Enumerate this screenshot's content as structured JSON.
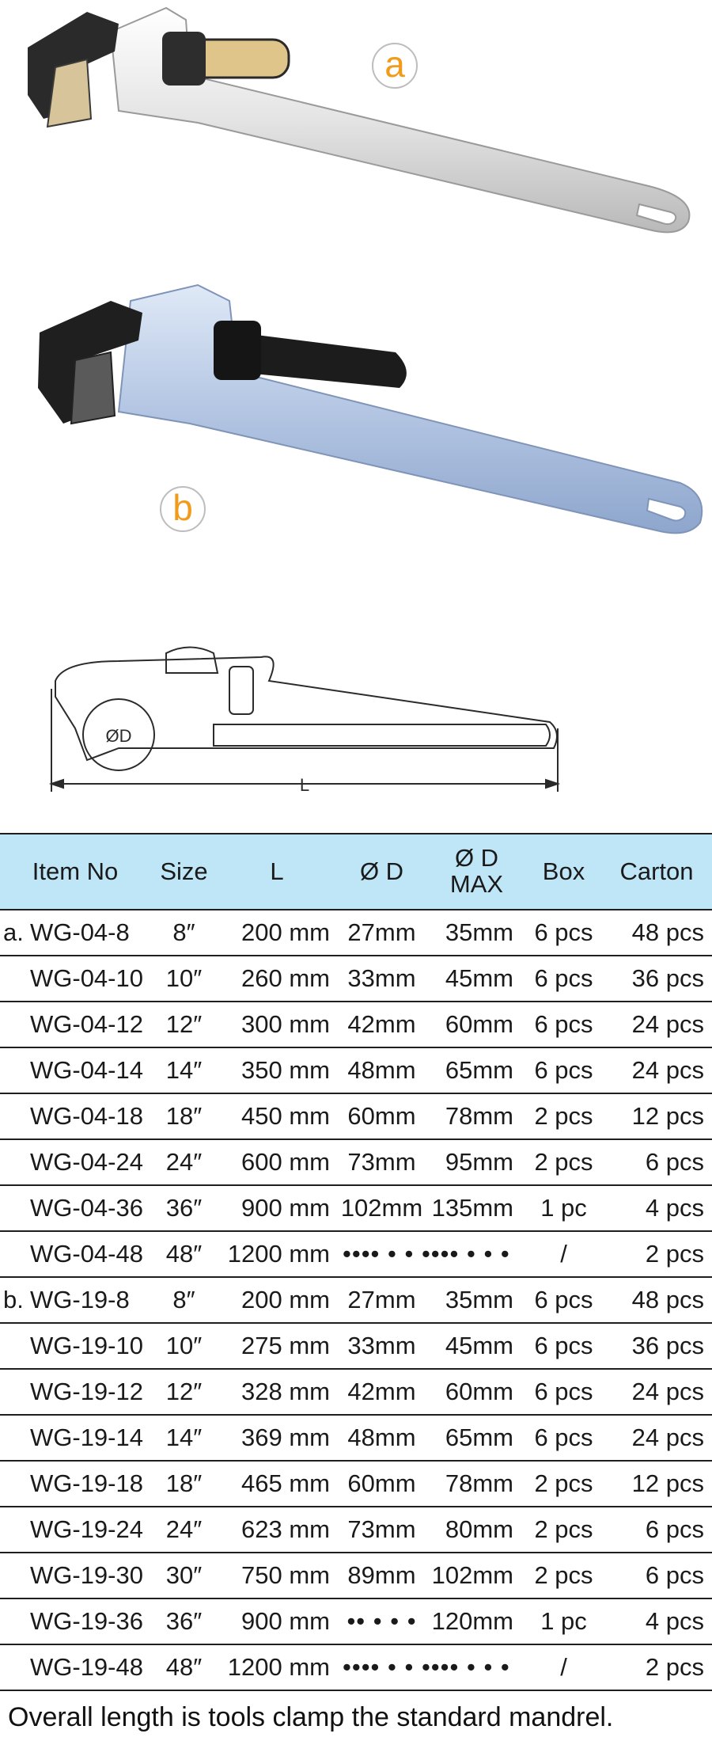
{
  "badges": {
    "a": "a",
    "b": "b"
  },
  "diagram": {
    "diameter_label": "ØD",
    "length_label": "L"
  },
  "table": {
    "headers": {
      "item": "Item No",
      "size": "Size",
      "l": "L",
      "d": "Ø D",
      "dmax_line1": "Ø D",
      "dmax_line2": "MAX",
      "box": "Box",
      "carton": "Carton"
    },
    "rows": [
      {
        "prefix": "a.",
        "item": "WG-04-8",
        "size": "8″",
        "l": "200 mm",
        "d": "27mm",
        "dmax": "35mm",
        "box": "6 pcs",
        "carton": "48 pcs"
      },
      {
        "prefix": "",
        "item": "WG-04-10",
        "size": "10″",
        "l": "260 mm",
        "d": "33mm",
        "dmax": "45mm",
        "box": "6 pcs",
        "carton": "36 pcs"
      },
      {
        "prefix": "",
        "item": "WG-04-12",
        "size": "12″",
        "l": "300 mm",
        "d": "42mm",
        "dmax": "60mm",
        "box": "6 pcs",
        "carton": "24 pcs"
      },
      {
        "prefix": "",
        "item": "WG-04-14",
        "size": "14″",
        "l": "350 mm",
        "d": "48mm",
        "dmax": "65mm",
        "box": "6 pcs",
        "carton": "24 pcs"
      },
      {
        "prefix": "",
        "item": "WG-04-18",
        "size": "18″",
        "l": "450 mm",
        "d": "60mm",
        "dmax": "78mm",
        "box": "2 pcs",
        "carton": "12 pcs"
      },
      {
        "prefix": "",
        "item": "WG-04-24",
        "size": "24″",
        "l": "600 mm",
        "d": "73mm",
        "dmax": "95mm",
        "box": "2 pcs",
        "carton": "6 pcs"
      },
      {
        "prefix": "",
        "item": "WG-04-36",
        "size": "36″",
        "l": "900 mm",
        "d": "102mm",
        "dmax": "135mm",
        "box": "1 pc",
        "carton": "4 pcs"
      },
      {
        "prefix": "",
        "item": "WG-04-48",
        "size": "48″",
        "l": "1200 mm",
        "d": "•••• • • •••• • • •",
        "dmax": "",
        "box": "/",
        "carton": "2 pcs"
      },
      {
        "prefix": "b.",
        "item": "WG-19-8",
        "size": "8″",
        "l": "200 mm",
        "d": "27mm",
        "dmax": "35mm",
        "box": "6 pcs",
        "carton": "48 pcs"
      },
      {
        "prefix": "",
        "item": "WG-19-10",
        "size": "10″",
        "l": "275 mm",
        "d": "33mm",
        "dmax": "45mm",
        "box": "6 pcs",
        "carton": "36 pcs"
      },
      {
        "prefix": "",
        "item": "WG-19-12",
        "size": "12″",
        "l": "328 mm",
        "d": "42mm",
        "dmax": "60mm",
        "box": "6 pcs",
        "carton": "24 pcs"
      },
      {
        "prefix": "",
        "item": "WG-19-14",
        "size": "14″",
        "l": "369 mm",
        "d": "48mm",
        "dmax": "65mm",
        "box": "6 pcs",
        "carton": "24 pcs"
      },
      {
        "prefix": "",
        "item": "WG-19-18",
        "size": "18″",
        "l": "465 mm",
        "d": "60mm",
        "dmax": "78mm",
        "box": "2 pcs",
        "carton": "12 pcs"
      },
      {
        "prefix": "",
        "item": "WG-19-24",
        "size": "24″",
        "l": "623 mm",
        "d": "73mm",
        "dmax": "80mm",
        "box": "2 pcs",
        "carton": "6 pcs"
      },
      {
        "prefix": "",
        "item": "WG-19-30",
        "size": "30″",
        "l": "750 mm",
        "d": "89mm",
        "dmax": "102mm",
        "box": "2 pcs",
        "carton": "6 pcs"
      },
      {
        "prefix": "",
        "item": "WG-19-36",
        "size": "36″",
        "l": "900 mm",
        "d": "•• • • •",
        "dmax": "120mm",
        "box": "1 pc",
        "carton": "4 pcs"
      },
      {
        "prefix": "",
        "item": "WG-19-48",
        "size": "48″",
        "l": "1200 mm",
        "d": "•••• • • •••• • • •",
        "dmax": "",
        "box": "/",
        "carton": "2 pcs"
      }
    ]
  },
  "footnote": "Overall length is tools clamp the standard mandrel."
}
